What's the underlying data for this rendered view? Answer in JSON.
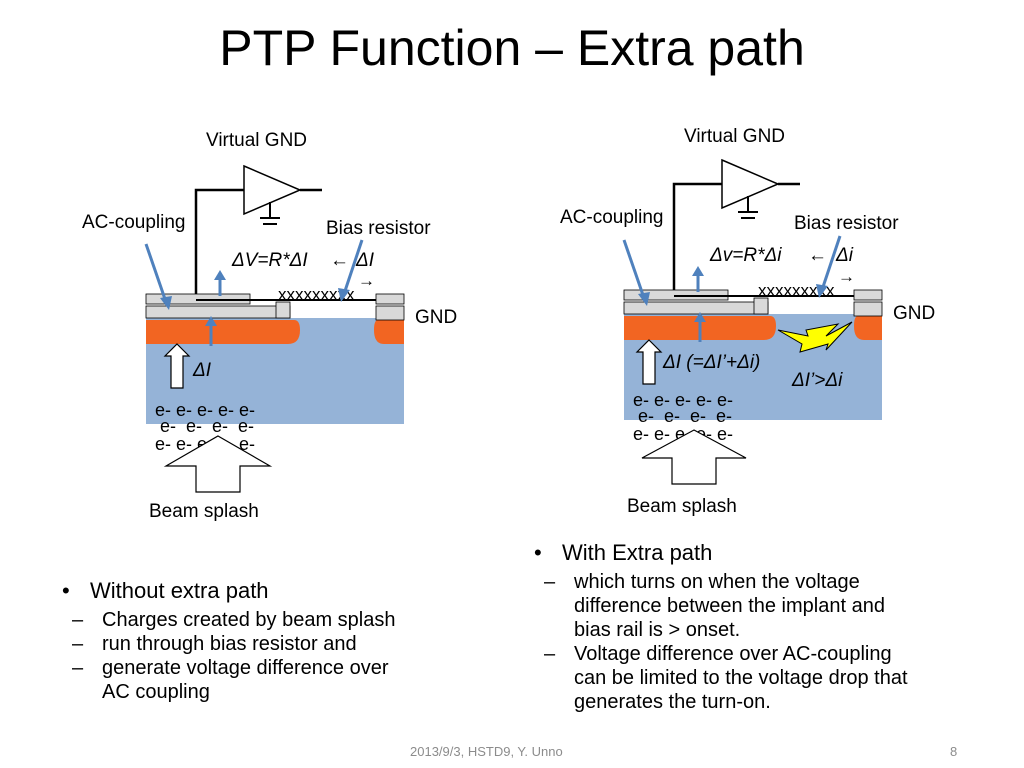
{
  "slide": {
    "title": "PTP Function – Extra path",
    "footer": "2013/9/3, HSTD9, Y. Unno",
    "page_number": "8"
  },
  "left_diagram": {
    "virtual_gnd": "Virtual GND",
    "ac_coupling": "AC-coupling",
    "bias_resistor": "Bias resistor",
    "voltage_eq": "ΔV=R*ΔI",
    "current_label": "ΔI",
    "arrow_glyph": "←",
    "arrow_glyph2": "→",
    "xxx_text": "xxxxxxxxx",
    "gnd": "GND",
    "delta_i_inside": "ΔI",
    "electrons_row1": "e- e- e- e- e-",
    "electrons_row2": "e-  e-  e-  e-",
    "electrons_row3": "e- e- e- e- e-",
    "beam_splash": "Beam splash"
  },
  "right_diagram": {
    "virtual_gnd": "Virtual GND",
    "ac_coupling": "AC-coupling",
    "bias_resistor": "Bias resistor",
    "voltage_eq": "Δv=R*Δi",
    "current_label": "Δi",
    "arrow_glyph": "←",
    "arrow_glyph2": "→",
    "xxx_text": "xxxxxxxxx",
    "gnd": "GND",
    "delta_i_inside": "ΔI (=ΔI’+Δi)",
    "delta_relation": "ΔI’>Δi",
    "electrons_row1": "e- e- e- e- e-",
    "electrons_row2": "e-  e-  e-  e-",
    "electrons_row3": "e- e- e- e- e-",
    "beam_splash": "Beam splash"
  },
  "left_bullets": {
    "main": "Without extra path",
    "subs": [
      "Charges created by beam splash",
      "run through bias resistor and",
      "generate voltage difference over AC coupling"
    ]
  },
  "right_bullets": {
    "main": "With Extra path",
    "subs": [
      "which turns on when the voltage difference between the implant and bias rail is > onset.",
      "Voltage difference over AC-coupling can be limited to the voltage drop that generates the turn-on."
    ]
  },
  "colors": {
    "substrate": "#95b3d7",
    "implant": "#f26522",
    "arrow_blue": "#4f81bd",
    "metal_gray": "#d9d9d9",
    "lightning": "#ffff00"
  },
  "icons": [
    "amplifier-icon",
    "ground-icon",
    "hollow-arrow-icon",
    "lightning-icon",
    "bullet-icon"
  ]
}
